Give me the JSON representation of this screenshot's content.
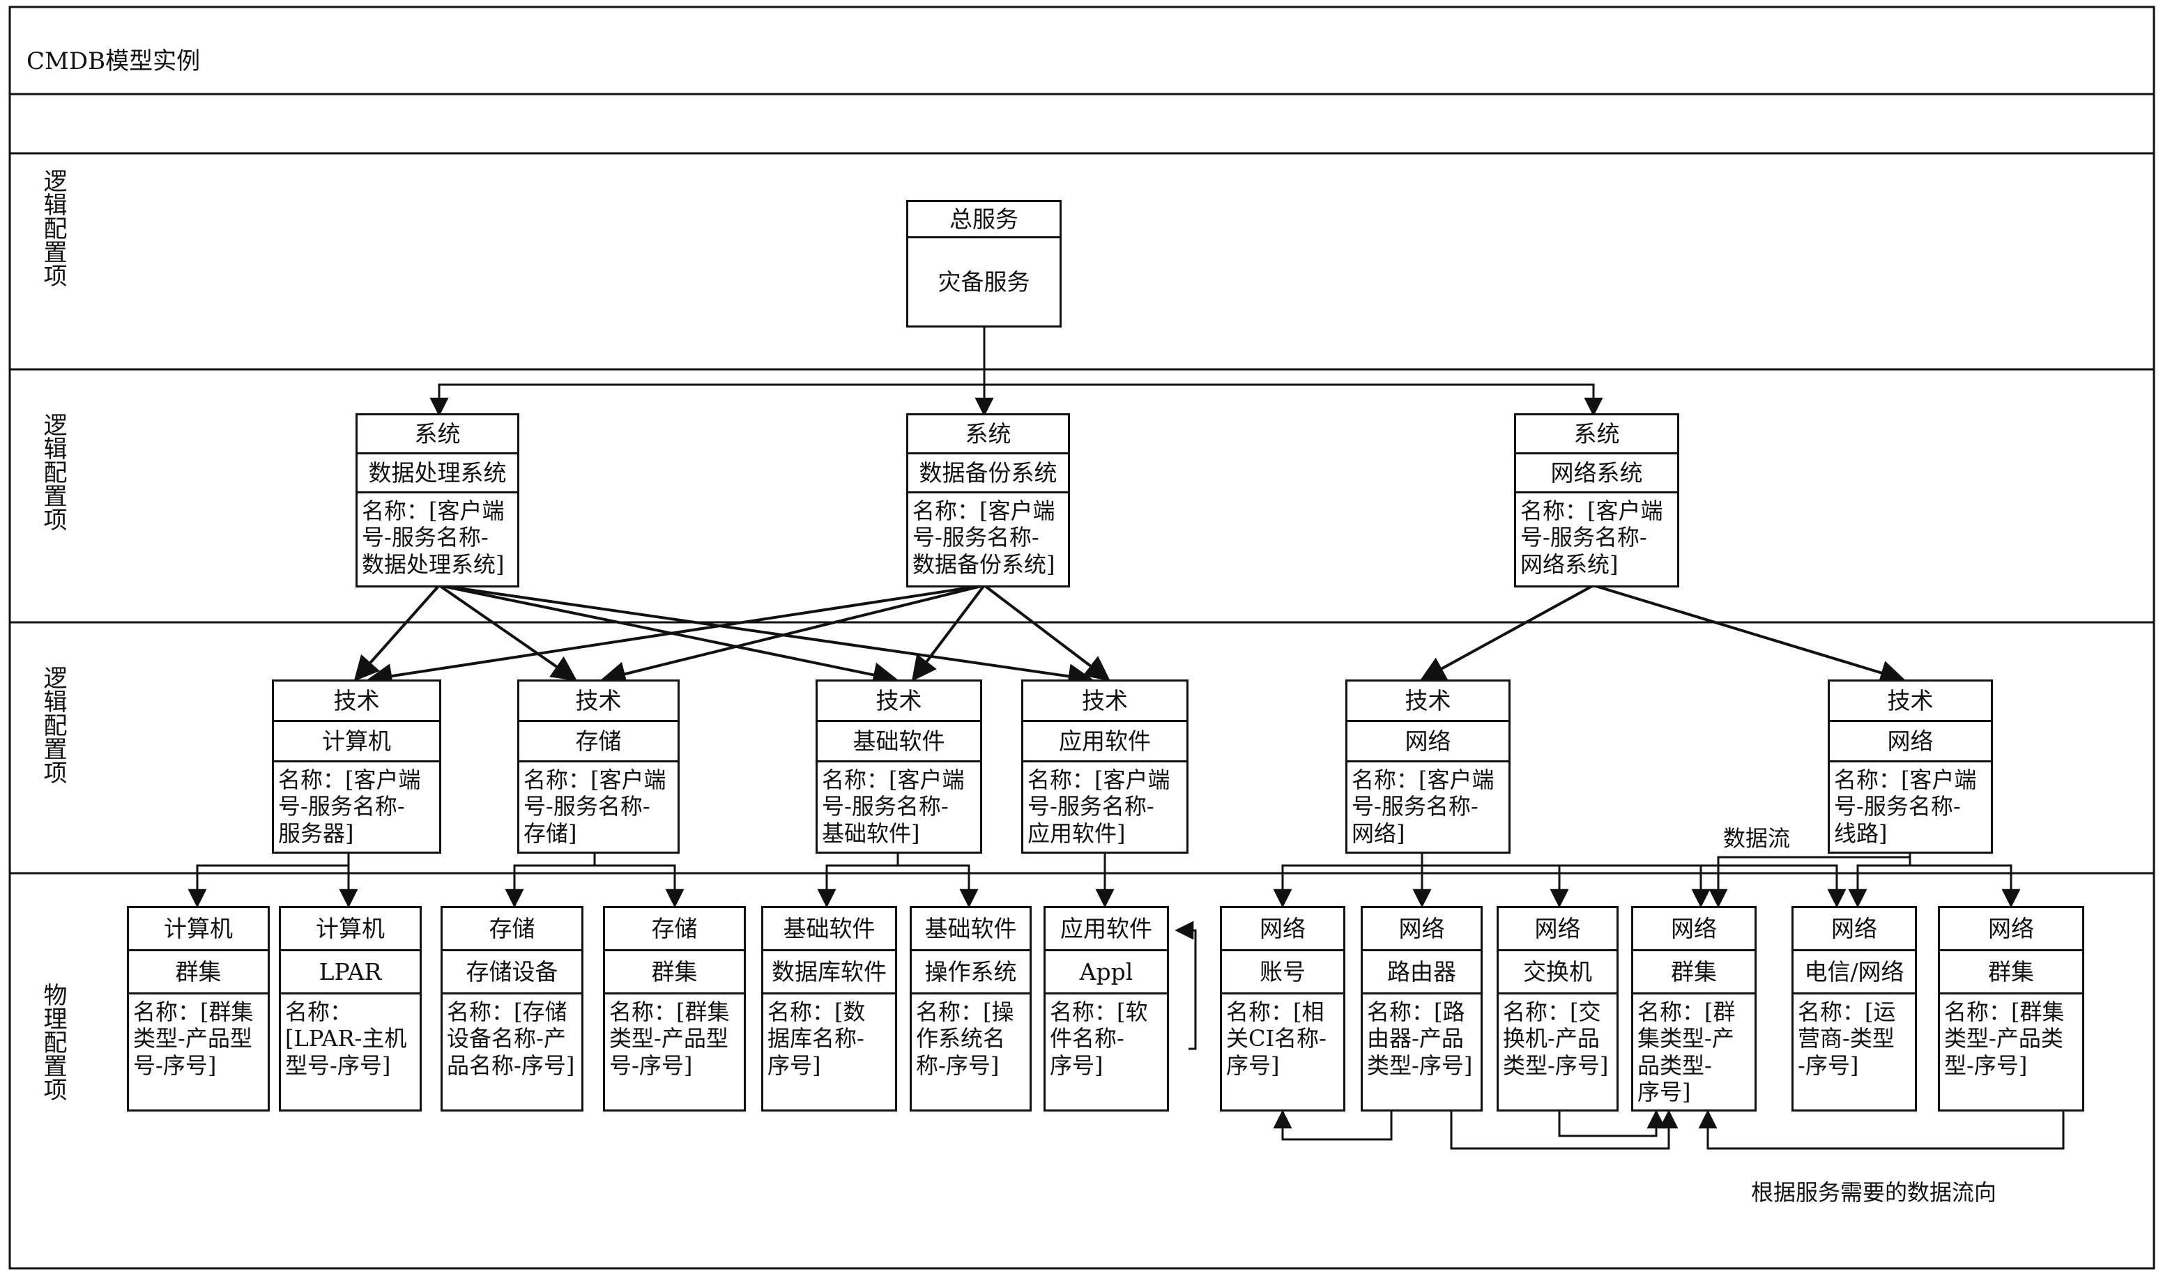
{
  "title": "CMDB模型实例",
  "row_labels": [
    "逻辑配置项",
    "逻辑配置项",
    "逻辑配置项",
    "物理配置项"
  ],
  "level1": {
    "header": "总服务",
    "body": "灾备服务"
  },
  "systems": [
    {
      "header": "系统",
      "name": "数据处理系统",
      "desc": "名称：[客户端\n号-服务名称-\n数据处理系统]"
    },
    {
      "header": "系统",
      "name": "数据备份系统",
      "desc": "名称：[客户端\n号-服务名称-\n数据备份系统]"
    },
    {
      "header": "系统",
      "name": "网络系统",
      "desc": "名称：[客户端\n号-服务名称-\n网络系统]"
    }
  ],
  "techs": [
    {
      "header": "技术",
      "name": "计算机",
      "desc": "名称：[客户端\n号-服务名称-\n服务器]"
    },
    {
      "header": "技术",
      "name": "存储",
      "desc": "名称：[客户端\n号-服务名称-\n存储]"
    },
    {
      "header": "技术",
      "name": "基础软件",
      "desc": "名称：[客户端\n号-服务名称-\n基础软件]"
    },
    {
      "header": "技术",
      "name": "应用软件",
      "desc": "名称：[客户端\n号-服务名称-\n应用软件]"
    },
    {
      "header": "技术",
      "name": "网络",
      "desc": "名称：[客户端\n号-服务名称-\n网络]"
    },
    {
      "header": "技术",
      "name": "网络",
      "desc": "名称：[客户端\n号-服务名称-\n线路]"
    }
  ],
  "physicals": [
    {
      "header": "计算机",
      "name": "群集",
      "desc": "名称：[群集\n类型-产品型\n号-序号]"
    },
    {
      "header": "计算机",
      "name": "LPAR",
      "desc": "名称：\n[LPAR-主机\n型号-序号]"
    },
    {
      "header": "存储",
      "name": "存储设备",
      "desc": "名称：[存储\n设备名称-产\n品名称-序号]"
    },
    {
      "header": "存储",
      "name": "群集",
      "desc": "名称：[群集\n类型-产品型\n号-序号]"
    },
    {
      "header": "基础软件",
      "name": "数据库软件",
      "desc": "名称：[数\n据库名称-\n序号]"
    },
    {
      "header": "基础软件",
      "name": "操作系统",
      "desc": "名称：[操\n作系统名\n称-序号]"
    },
    {
      "header": "应用软件",
      "name": "Appl",
      "desc": "名称：[软\n件名称-\n序号]"
    },
    {
      "header": "网络",
      "name": "账号",
      "desc": "名称：[相\n关CI名称-\n序号]"
    },
    {
      "header": "网络",
      "name": "路由器",
      "desc": "名称：[路\n由器-产品\n类型-序号]"
    },
    {
      "header": "网络",
      "name": "交换机",
      "desc": "名称：[交\n换机-产品\n类型-序号]"
    },
    {
      "header": "网络",
      "name": "群集",
      "desc": "名称：[群\n集类型-产\n品类型-\n序号]"
    },
    {
      "header": "网络",
      "name": "电信/网络",
      "desc": "名称：[运\n营商-类型\n-序号]"
    },
    {
      "header": "网络",
      "name": "群集",
      "desc": "名称：[群集\n类型-产品类\n型-序号]"
    }
  ],
  "annotations": {
    "data_flow": "数据流",
    "footer_note": "根据服务需要的数据流向"
  }
}
